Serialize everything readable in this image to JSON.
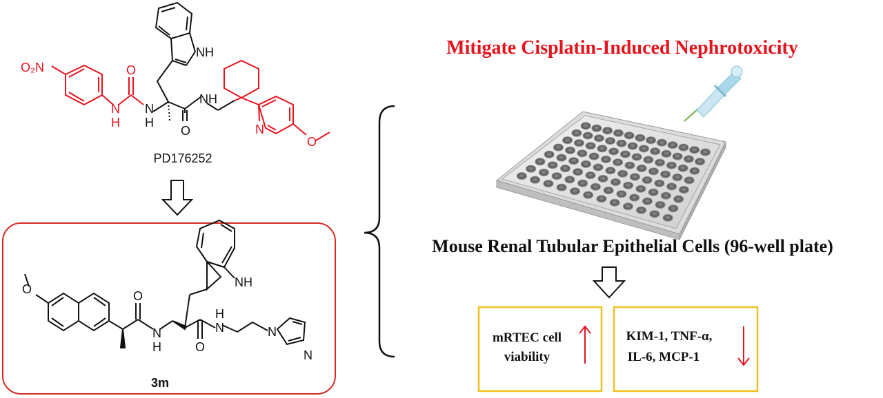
{
  "title": "Mitigate Cisplatin-Induced Nephrotoxicity",
  "cells_label": "Mouse Renal Tubular Epithelial Cells (96-well plate)",
  "compound_top": {
    "name": "PD176252",
    "atoms": {
      "no2": "O₂N",
      "nh_indole": "NH",
      "o_urea": "O",
      "nh_urea_left": "H",
      "n_urea_left": "N",
      "nh_urea_right": "H",
      "n_urea_right": "N",
      "nh_amide": "NH",
      "o_amide": "O",
      "n_pyridine": "N",
      "o_methoxy": "O"
    }
  },
  "compound_bottom": {
    "name": "3m",
    "atoms": {
      "o_methoxy": "O",
      "o_amide1": "O",
      "h_amide1": "H",
      "n_amide1": "N",
      "nh_indole": "NH",
      "h_amide2": "H",
      "n_amide2": "N",
      "o_amide2": "O",
      "n_imid1": "N",
      "n_imid2": "N"
    }
  },
  "result_left": {
    "line1": "mRTEC cell",
    "line2": "viability"
  },
  "result_right": {
    "line1": "KIM-1, TNF-α,",
    "line2": "IL-6, MCP-1"
  },
  "colors": {
    "red": "#e8121c",
    "box_red": "#d42a1f",
    "gold": "#f2c01e",
    "black": "#111111"
  }
}
